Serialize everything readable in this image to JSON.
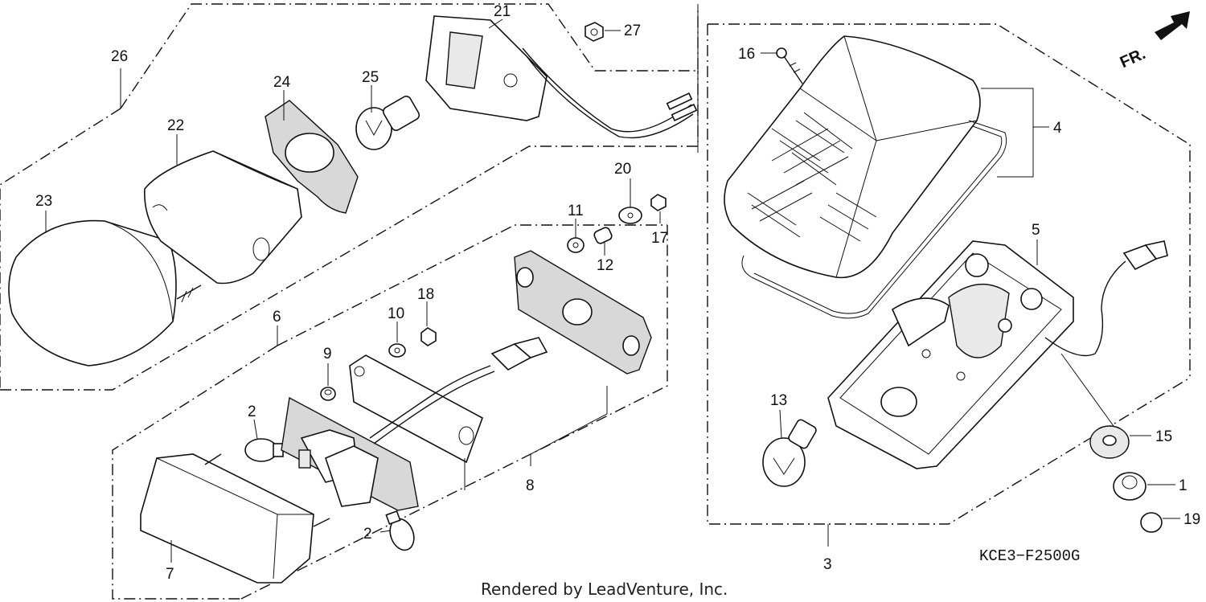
{
  "diagram": {
    "callouts": {
      "c1": "1",
      "c2a": "2",
      "c2b": "2",
      "c3": "3",
      "c4": "4",
      "c5": "5",
      "c6": "6",
      "c7": "7",
      "c8": "8",
      "c9": "9",
      "c10": "10",
      "c11": "11",
      "c12": "12",
      "c13": "13",
      "c15": "15",
      "c16": "16",
      "c17": "17",
      "c18": "18",
      "c19": "19",
      "c20": "20",
      "c21": "21",
      "c22": "22",
      "c23": "23",
      "c24": "24",
      "c25": "25",
      "c26": "26",
      "c27": "27"
    },
    "direction_label": "FR.",
    "diagram_code": "KCE3−F2500G",
    "credit": "Rendered by LeadVenture, Inc."
  }
}
